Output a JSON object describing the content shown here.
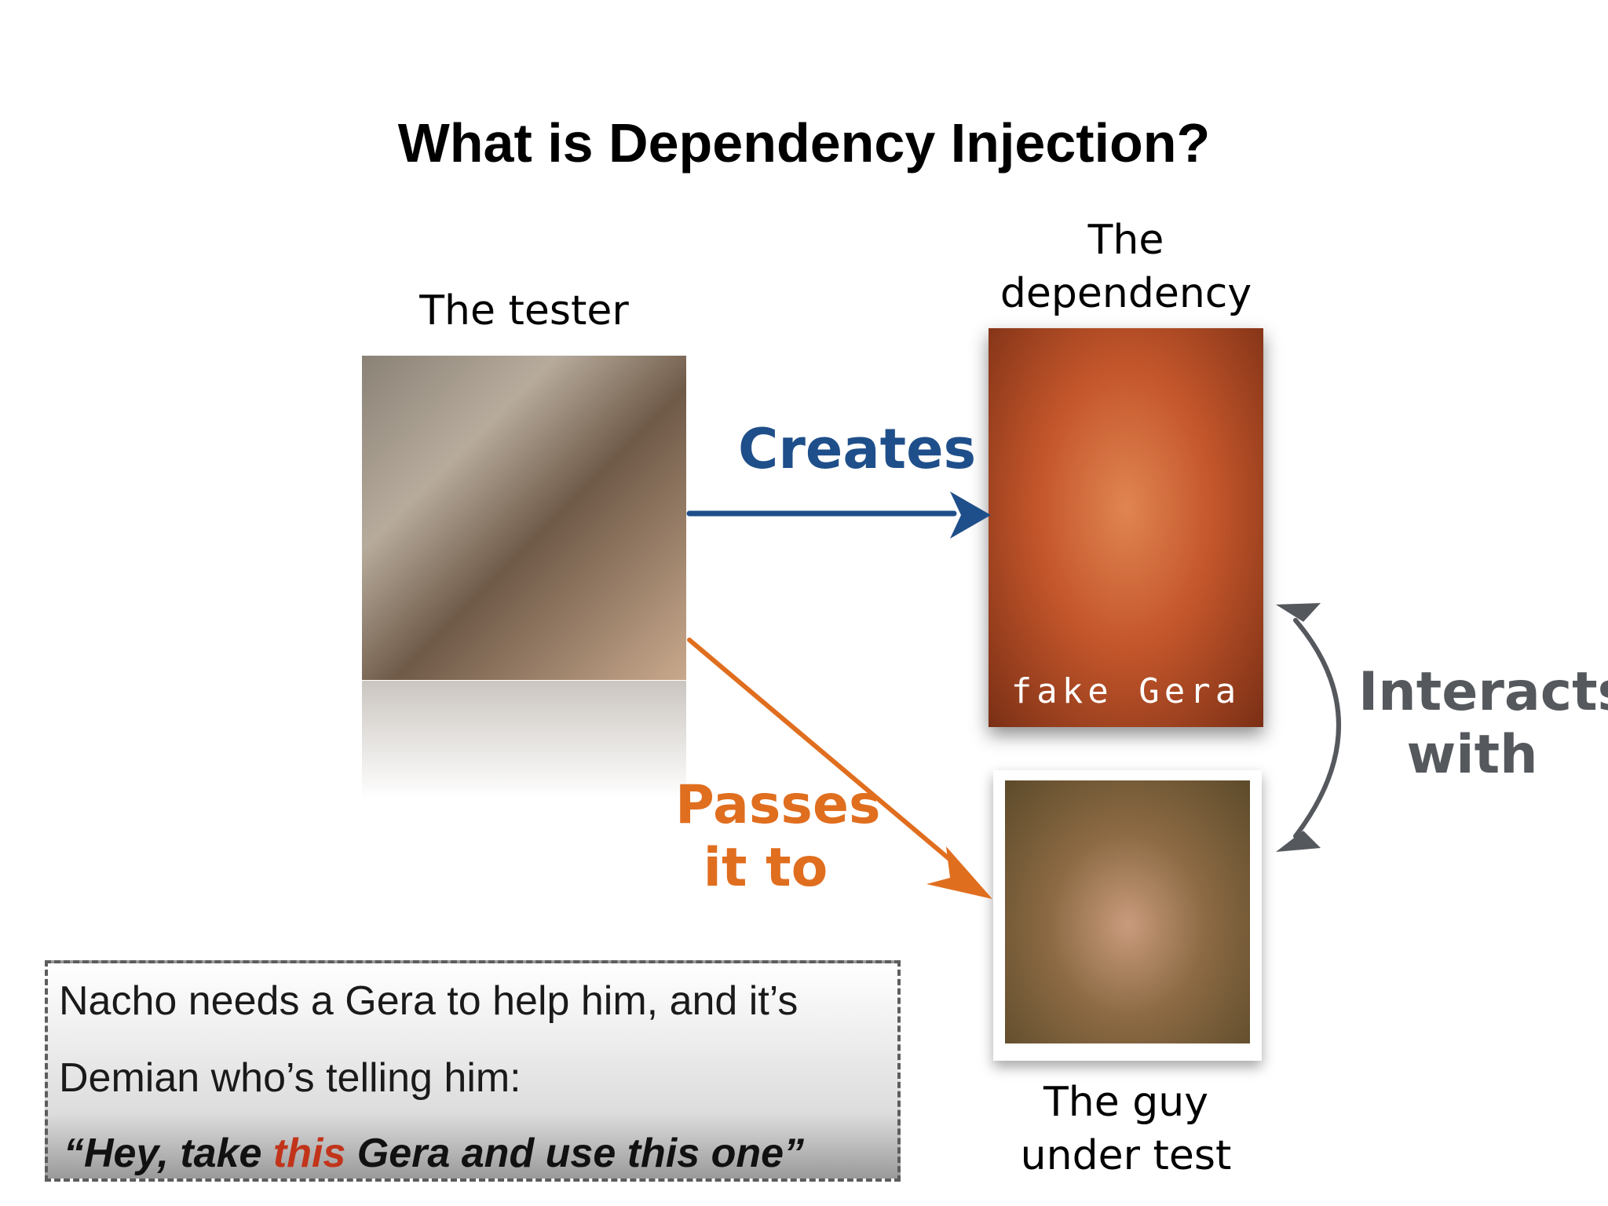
{
  "title": "What is Dependency Injection?",
  "tester": {
    "caption": "The tester"
  },
  "dependency": {
    "caption_line1": "The",
    "caption_line2": "dependency",
    "photo_label": "fake Gera"
  },
  "guy": {
    "caption_line1": "The guy",
    "caption_line2": "under test"
  },
  "arrows": {
    "creates": "Creates",
    "passes_line1": "Passes",
    "passes_line2": "it to",
    "interacts_line1": "Interacts",
    "interacts_line2": "with"
  },
  "quote": {
    "line1": "Nacho needs a Gera to help him, and it’s",
    "line2": "Demian who’s telling him:",
    "line3_pre": "“Hey, take ",
    "line3_highlight": "this",
    "line3_post": " Gera and use this one”"
  },
  "colors": {
    "creates": "#1f4f8a",
    "passes": "#e06e1f",
    "interacts": "#55585d",
    "highlight": "#c2341a"
  }
}
